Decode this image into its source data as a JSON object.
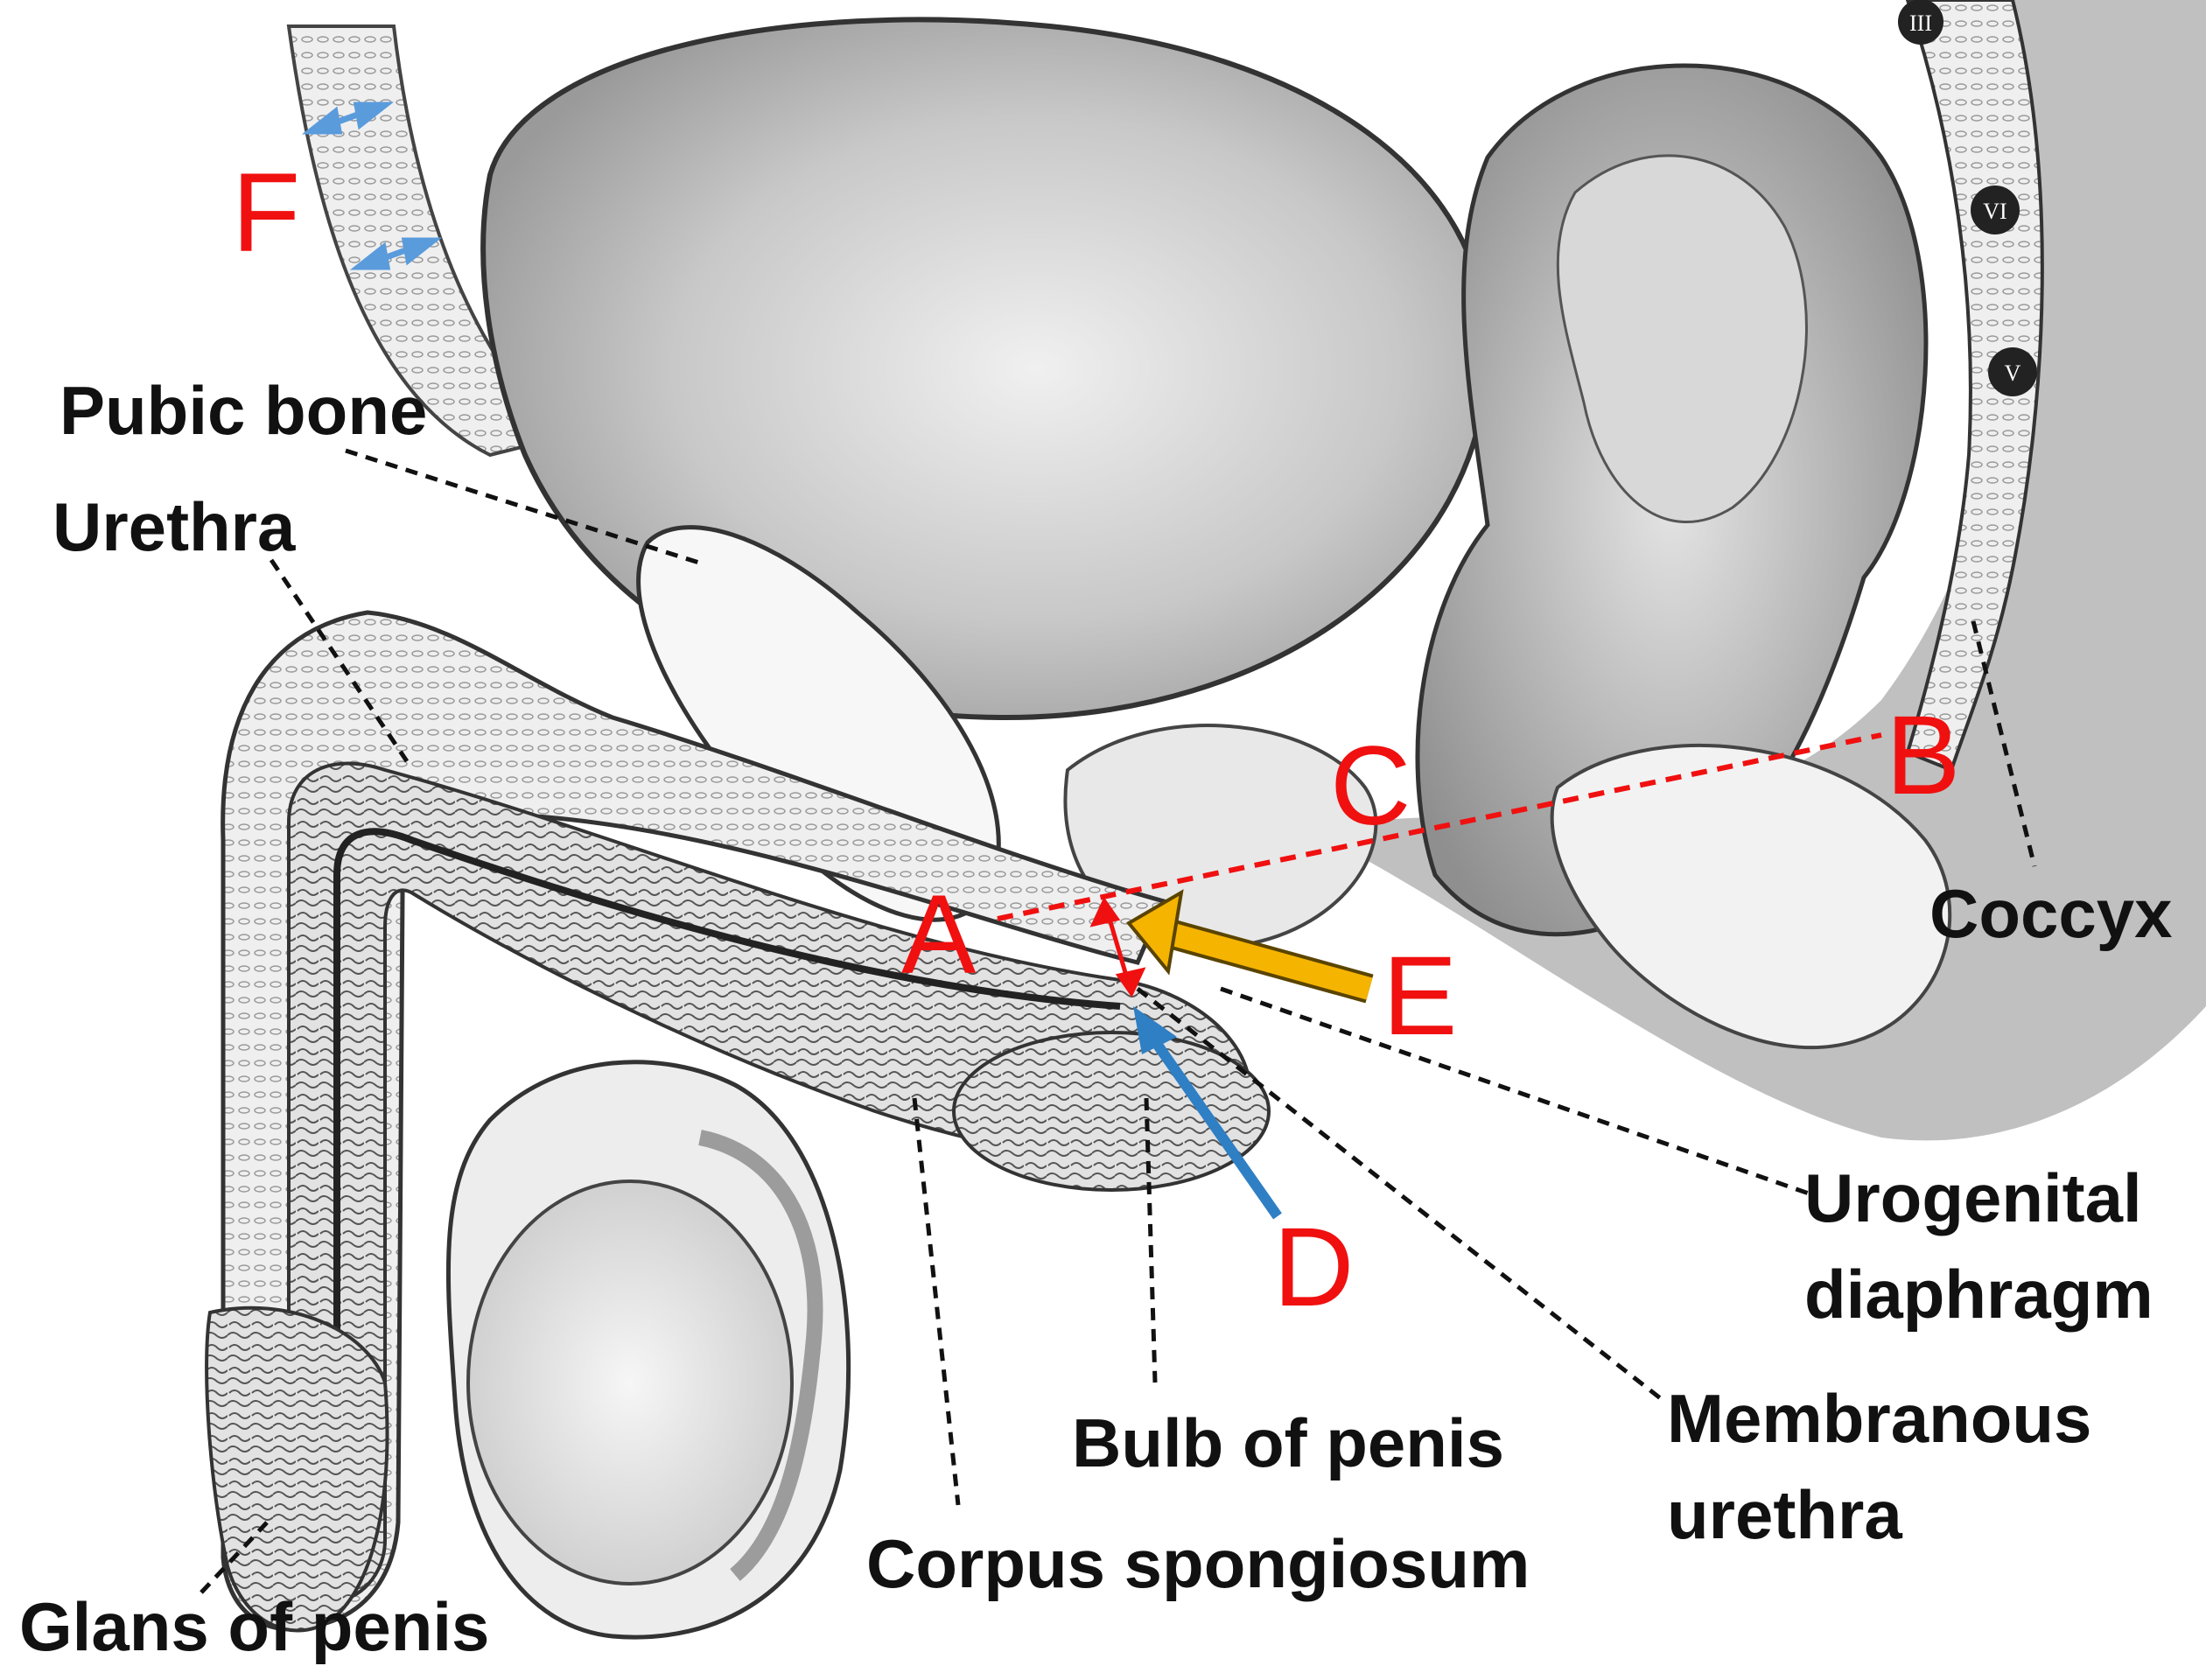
{
  "labels": {
    "pubic_bone": "Pubic bone",
    "urethra": "Urethra",
    "glans_of_penis": "Glans of penis",
    "corpus_spongiosum": "Corpus spongiosum",
    "bulb_of_penis": "Bulb of penis",
    "membranous_urethra_line1": "Membranous",
    "membranous_urethra_line2": "urethra",
    "urogenital_diaphragm_line1": "Urogenital",
    "urogenital_diaphragm_line2": "diaphragm",
    "coccyx": "Coccyx"
  },
  "markers": {
    "a": "A",
    "b": "B",
    "c": "C",
    "d": "D",
    "e": "E",
    "f": "F"
  },
  "vertebra_numerals": [
    "III",
    "VI",
    "V"
  ],
  "colors": {
    "marker_red": "#f01010",
    "arrow_orange": "#f5b400",
    "arrow_blue": "#2f7fc4",
    "double_arrow_blue": "#5a9bdc",
    "label_black": "#111111"
  }
}
